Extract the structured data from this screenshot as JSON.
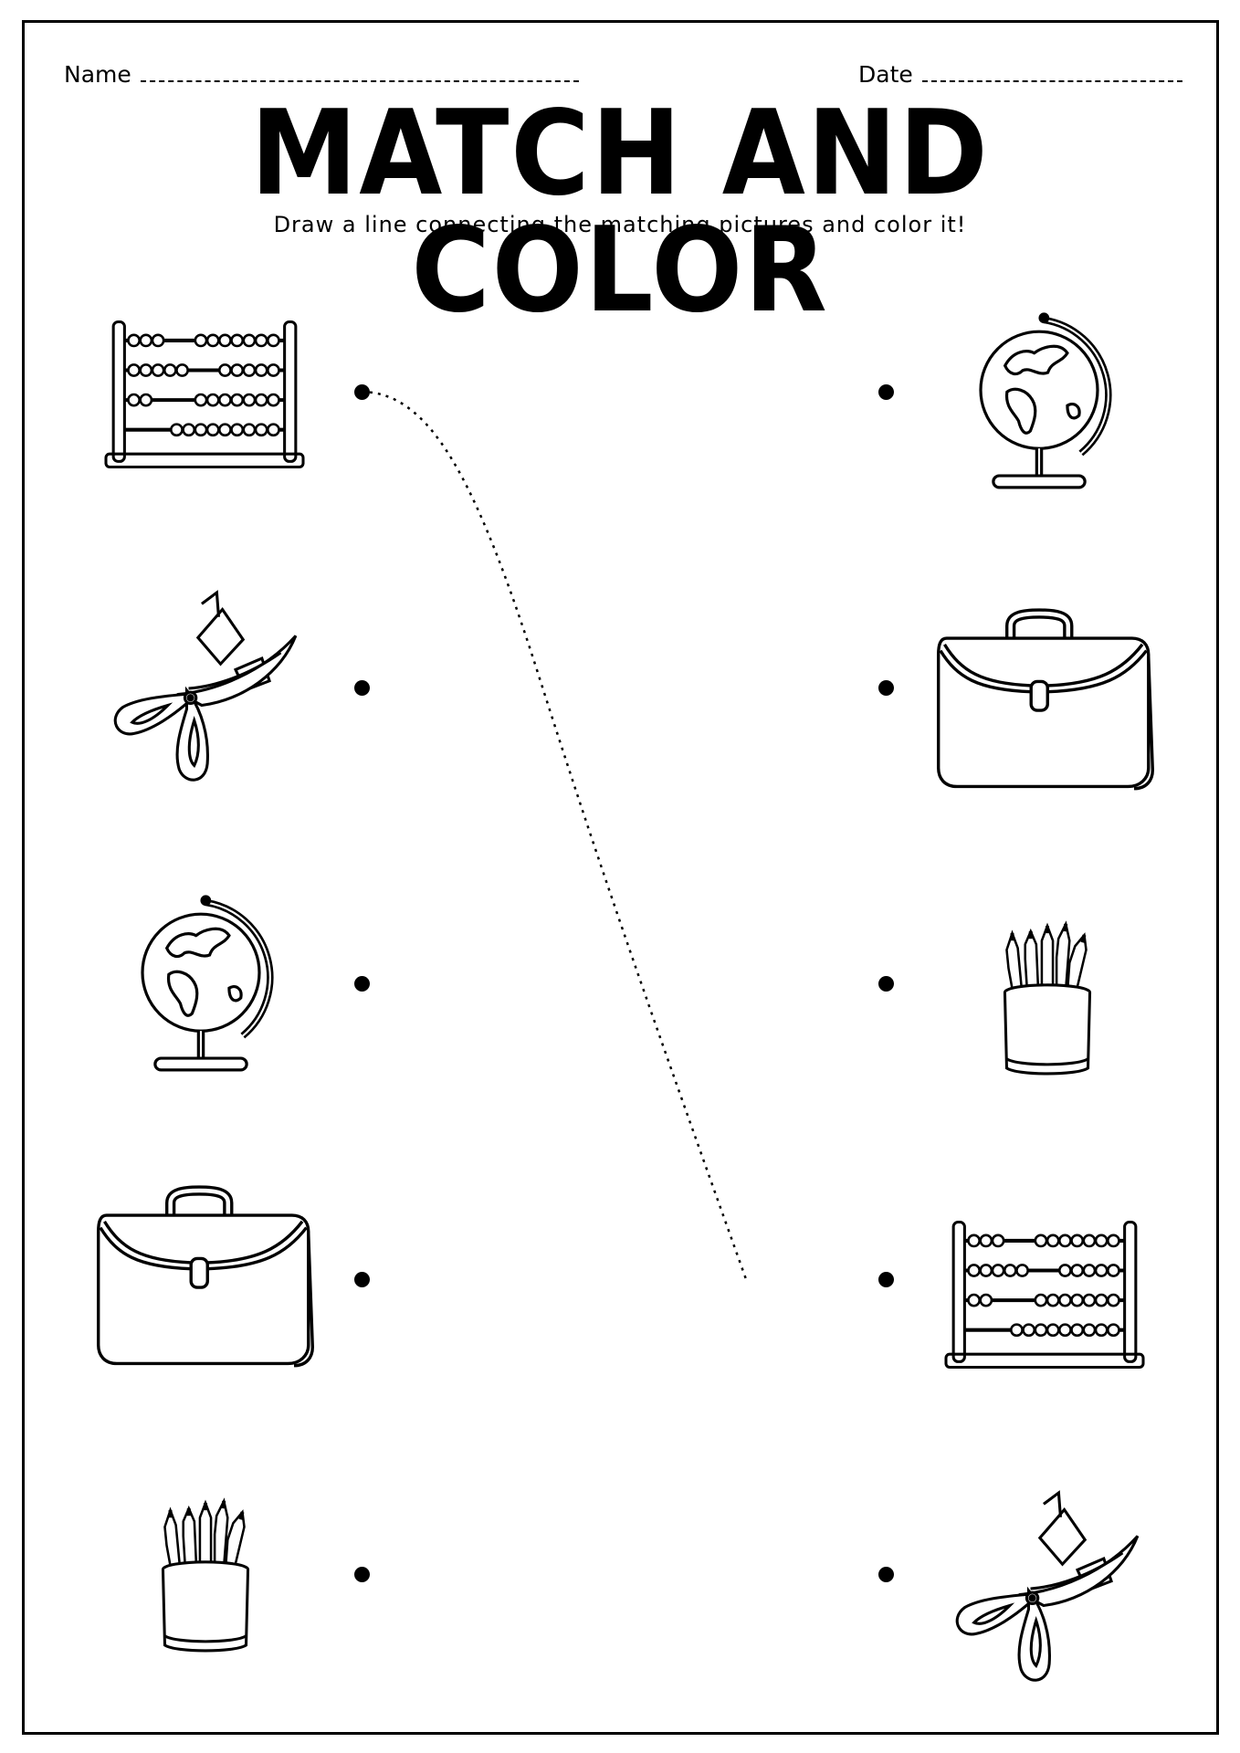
{
  "header": {
    "name_label": "Name",
    "date_label": "Date",
    "title": "MATCH AND COLOR",
    "instructions": "Draw a line connecting the matching pictures and color it!"
  },
  "left_column": [
    "abacus-icon",
    "scissors-icon",
    "globe-icon",
    "briefcase-icon",
    "pencil-cup-icon"
  ],
  "right_column": [
    "globe-icon",
    "briefcase-icon",
    "pencil-cup-icon",
    "abacus-icon",
    "scissors-icon"
  ],
  "example_match": {
    "from_left_row": 1,
    "to_right_row": 4,
    "line_style": "dotted"
  },
  "colors": {
    "ink": "#000000",
    "paper": "#ffffff"
  }
}
